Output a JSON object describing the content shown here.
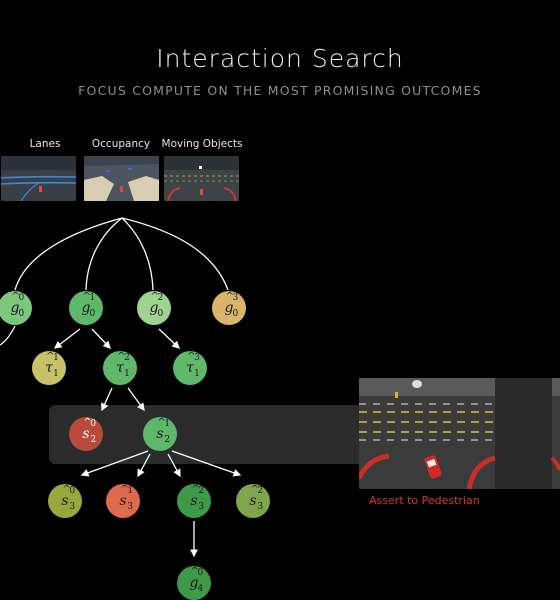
{
  "header": {
    "title": "Interaction Search",
    "subtitle": "FOCUS COMPUTE ON THE MOST PROMISING OUTCOMES"
  },
  "inputs": [
    {
      "label": "Lanes"
    },
    {
      "label": "Occupancy"
    },
    {
      "label": "Moving Objects"
    }
  ],
  "nodes": {
    "g00": {
      "base": "g",
      "hat": "^",
      "sup": "0",
      "sub": "0",
      "color": "#7cc67e"
    },
    "g01": {
      "base": "g",
      "hat": "^",
      "sup": "1",
      "sub": "0",
      "color": "#5fb86a"
    },
    "g02": {
      "base": "g",
      "hat": "^",
      "sup": "2",
      "sub": "0",
      "color": "#9ed392"
    },
    "g03": {
      "base": "g",
      "hat": "^",
      "sup": "3",
      "sub": "0",
      "color": "#d9b56b"
    },
    "t11": {
      "base": "τ",
      "hat": "^",
      "sup": "1",
      "sub": "1",
      "color": "#c9c06a"
    },
    "t21": {
      "base": "τ",
      "hat": "^",
      "sup": "2",
      "sub": "1",
      "color": "#5fb86a"
    },
    "t31": {
      "base": "τ",
      "hat": "^",
      "sup": "3",
      "sub": "1",
      "color": "#5fb86a"
    },
    "s02": {
      "base": "s",
      "hat": "^",
      "sup": "0",
      "sub": "2",
      "color": "#b84a3c"
    },
    "s12": {
      "base": "s",
      "hat": "^",
      "sup": "1",
      "sub": "2",
      "color": "#5fb86a"
    },
    "s03": {
      "base": "s",
      "hat": "^",
      "sup": "0",
      "sub": "3",
      "color": "#98a83e"
    },
    "s13": {
      "base": "s",
      "hat": "^",
      "sup": "1",
      "sub": "3",
      "color": "#e06a4e"
    },
    "s23": {
      "base": "s",
      "hat": "^",
      "sup": "2",
      "sub": "3",
      "color": "#3e9a48"
    },
    "s23b": {
      "base": "s",
      "hat": "^",
      "sup": "2",
      "sub": "3",
      "color": "#7fa64c"
    },
    "g04": {
      "base": "g",
      "hat": "^",
      "sup": "0",
      "sub": "4",
      "color": "#3e9a48"
    }
  },
  "panel": {
    "caption": "Assert to Pedestrian",
    "accent": "#d9332b"
  }
}
